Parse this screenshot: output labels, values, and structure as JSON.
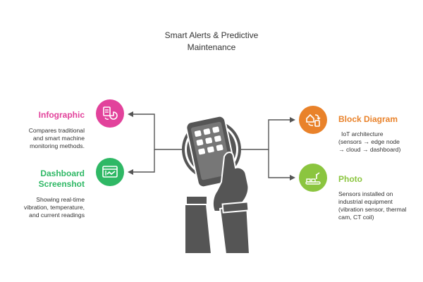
{
  "title": {
    "line1": "Smart Alerts & Predictive",
    "line2": "Maintenance"
  },
  "colors": {
    "infographic": "#e2429b",
    "dashboard": "#2fb865",
    "block_diagram": "#e9822a",
    "photo": "#8bc53f",
    "hub": "#555555"
  },
  "items": {
    "infographic": {
      "label": "Infographic",
      "desc": [
        "Compares traditional",
        "and smart machine",
        "monitoring methods."
      ],
      "icon": "document-chart-icon"
    },
    "dashboard": {
      "label": [
        "Dashboard",
        "Screenshot"
      ],
      "desc": [
        "Showing real-time",
        "vibration, temperature,",
        "and current readings"
      ],
      "icon": "dashboard-screen-icon"
    },
    "block_diagram": {
      "label": "Block Diagram",
      "desc": [
        "IoT architecture",
        "(sensors → edge node",
        "→ cloud → dashboard)"
      ],
      "icon": "network-flow-icon"
    },
    "photo": {
      "label": "Photo",
      "desc": [
        "Sensors installed on",
        "industrial equipment",
        "(vibration sensor, thermal",
        "cam, CT coil)"
      ],
      "icon": "conveyor-robot-icon"
    }
  },
  "hub_icon": "hand-tablet-icon"
}
